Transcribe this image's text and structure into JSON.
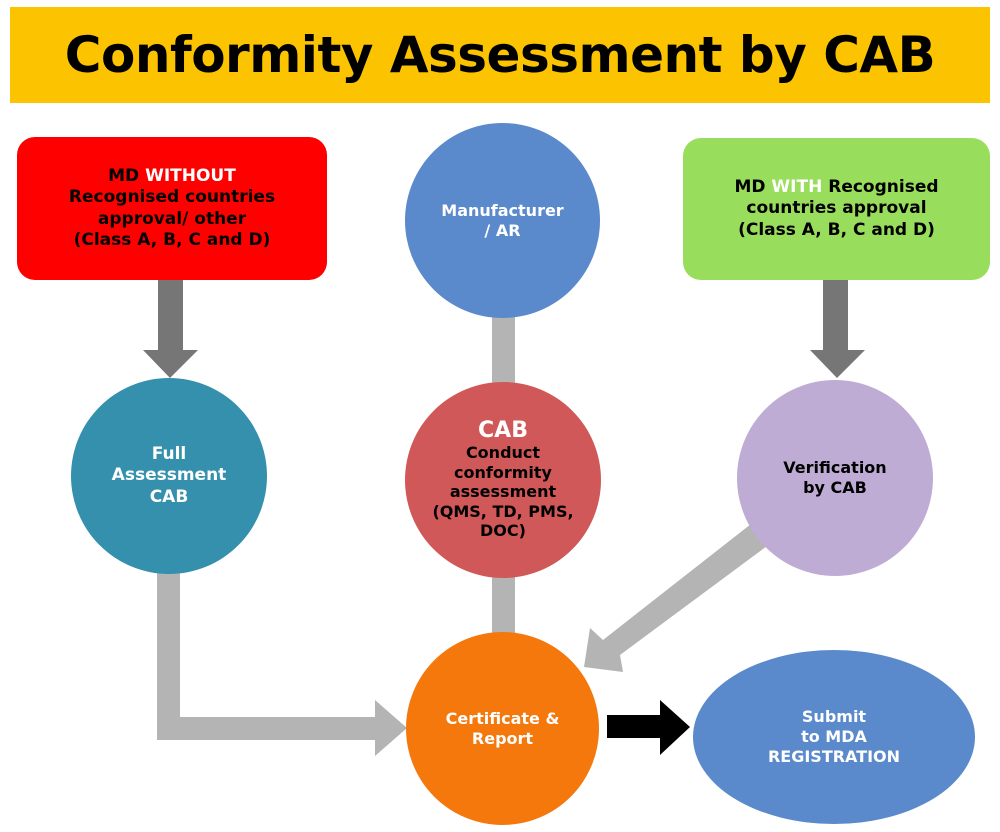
{
  "title": "Conformity Assessment by CAB",
  "colors": {
    "title_bg": "#fcc400",
    "without_box": "#ff0000",
    "with_box": "#99dd5c",
    "manufacturer": "#5a8acb",
    "full_assessment": "#3490ac",
    "cab": "#d05858",
    "verification": "#bfacd4",
    "certificate": "#f4780c",
    "submit": "#5a8acb",
    "arrow_dark": "#767676",
    "connector_light": "#b4b4b4",
    "arrow_black": "#000000"
  },
  "nodes": {
    "without_box": {
      "prefix": "MD ",
      "highlight": "WITHOUT",
      "line2": "Recognised countries",
      "line3": "approval/ other",
      "line4": "(Class A, B, C and D)"
    },
    "with_box": {
      "prefix": "MD ",
      "highlight": "WITH",
      "suffix": " Recognised",
      "line2": "countries approval",
      "line3": "(Class A, B, C and D)"
    },
    "manufacturer": {
      "line1": "Manufacturer",
      "line2": "/ AR"
    },
    "full_assessment": {
      "line1": "Full",
      "line2": "Assessment",
      "line3": "CAB"
    },
    "cab": {
      "heading": "CAB",
      "line1": "Conduct",
      "line2": "conformity",
      "line3": "assessment",
      "line4": "(QMS, TD, PMS,",
      "line5": "DOC)"
    },
    "verification": {
      "line1": "Verification",
      "line2": "by CAB"
    },
    "certificate": {
      "line1": "Certificate &",
      "line2": "Report"
    },
    "submit": {
      "line1": "Submit",
      "line2": "to MDA",
      "line3": "REGISTRATION"
    }
  },
  "edges": [
    {
      "from": "without_box",
      "to": "full_assessment",
      "style": "dark-arrow"
    },
    {
      "from": "with_box",
      "to": "verification",
      "style": "dark-arrow"
    },
    {
      "from": "manufacturer",
      "to": "cab",
      "style": "light-connector"
    },
    {
      "from": "cab",
      "to": "certificate",
      "style": "light-connector"
    },
    {
      "from": "full_assessment",
      "to": "certificate",
      "style": "light-elbow-arrow"
    },
    {
      "from": "verification",
      "to": "certificate",
      "style": "light-arrow"
    },
    {
      "from": "certificate",
      "to": "submit",
      "style": "black-arrow"
    }
  ]
}
